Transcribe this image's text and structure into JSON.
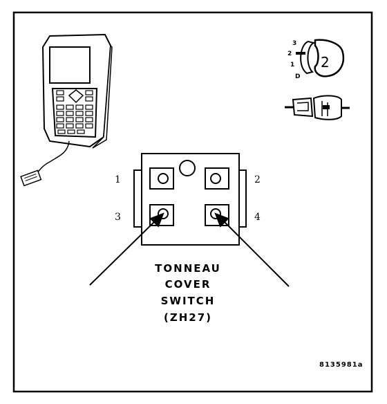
{
  "switch": {
    "pins": [
      {
        "number": "1"
      },
      {
        "number": "2"
      },
      {
        "number": "3"
      },
      {
        "number": "4"
      }
    ],
    "title_lines": [
      "TONNEAU",
      "COVER",
      "SWITCH",
      "(ZH27)"
    ]
  },
  "meter_dial": {
    "positions": [
      "3",
      "2",
      "1",
      "D"
    ],
    "selected_value": "2"
  },
  "figure_code": "8135981a",
  "icons": [
    "scan-tool-icon",
    "multimeter-dial-icon",
    "connector-probe-icon",
    "arrow-icon"
  ]
}
